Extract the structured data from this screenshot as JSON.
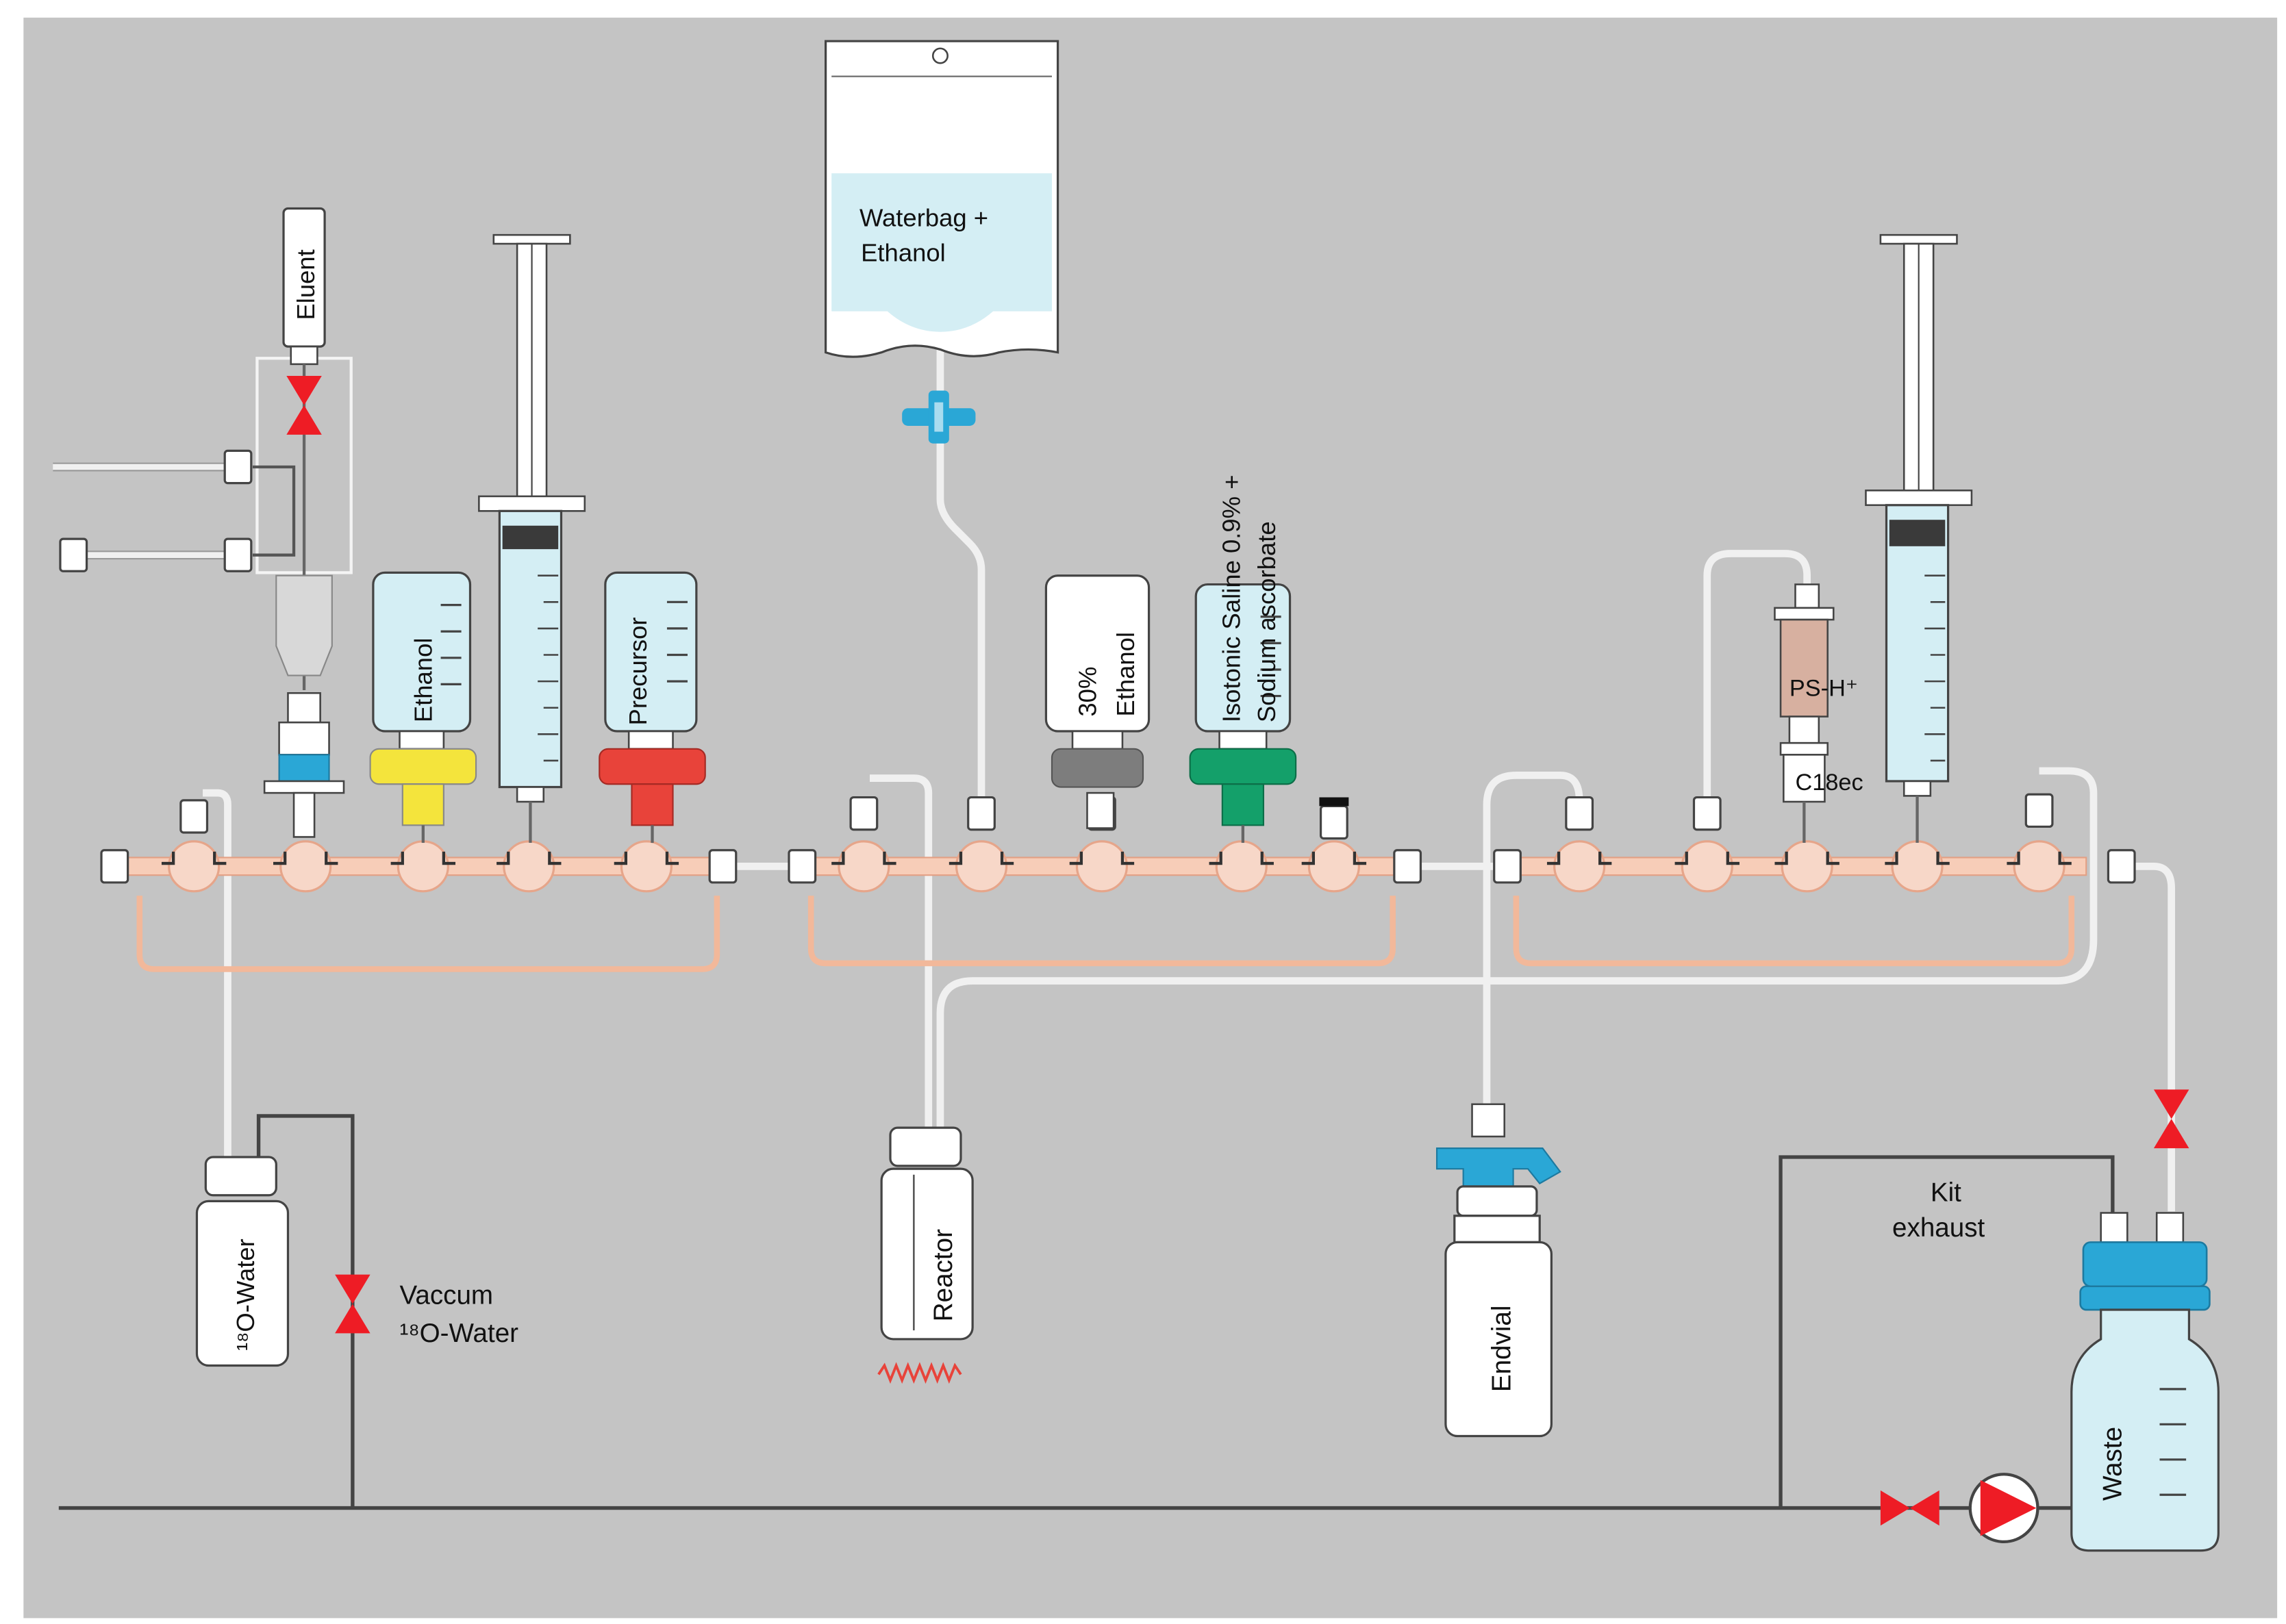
{
  "labels": {
    "eluent": "Eluent",
    "ethanol": "Ethanol",
    "precursor": "Precursor",
    "waterbag_line1": "Waterbag +",
    "waterbag_line2": "Ethanol",
    "ethanol30_line1": "30%",
    "ethanol30_line2": "Ethanol",
    "saline_line1": "Isotonic Saline 0.9% +",
    "saline_line2": "Sodium ascorbate",
    "psh": "PS-H⁺",
    "c18": "C18ec",
    "o18water": "¹⁸O-Water",
    "vaccum_line1": "Vaccum",
    "vaccum_line2": "¹⁸O-Water",
    "reactor": "Reactor",
    "endvial": "Endvial",
    "kit_line1": "Kit",
    "kit_line2": "exhaust",
    "waste": "Waste"
  },
  "colors": {
    "background": "#c4c4c4",
    "manifold": "#f2b89a",
    "valve_red": "#ee1c25",
    "cap_blue": "#2aa7d6",
    "cap_yellow": "#f4e43c",
    "cap_red": "#e8433a",
    "cap_green": "#14a06a",
    "cap_gray": "#7d7d7d",
    "cartridge_brown": "#d7b0a0",
    "liquid_blue": "#d4eef4"
  },
  "icons": {
    "valve": "bowtie-valve-icon",
    "pump": "circle-pump-icon",
    "heater": "zigzag-heater-icon",
    "stopcock": "three-way-stopcock-icon"
  }
}
